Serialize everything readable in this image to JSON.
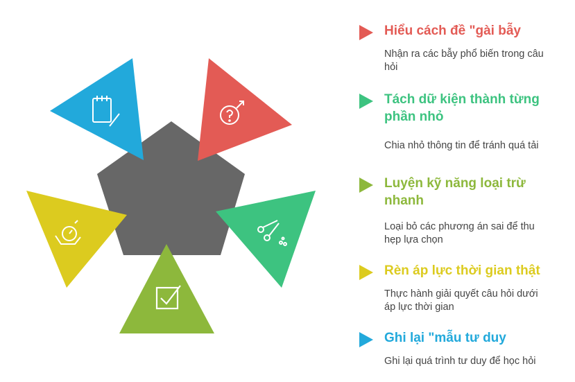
{
  "colors": {
    "red": "#E35B55",
    "green": "#3DC380",
    "olive": "#8DB83C",
    "yellow": "#DCCB1F",
    "blue": "#22A9DB",
    "center": "#676767"
  },
  "items": [
    {
      "title": "Hiểu cách đề \"gài bẫy",
      "desc": "Nhận ra các bẫy phổ biến trong câu hỏi",
      "color": "#E35B55",
      "icon": "question-target-icon"
    },
    {
      "title": "Tách dữ kiện thành từng phần nhỏ",
      "desc": "Chia nhỏ thông tin để tránh quá tải",
      "color": "#3DC380",
      "icon": "scissors-icon"
    },
    {
      "title": "Luyện kỹ năng loại trừ nhanh",
      "desc": "Loại bỏ các phương án sai để thu hẹp lựa chọn",
      "color": "#8DB83C",
      "icon": "checkbox-icon"
    },
    {
      "title": "Rèn áp lực thời gian thật",
      "desc": "Thực hành giải quyết câu hỏi dưới áp lực thời gian",
      "color": "#DCCB1F",
      "icon": "stopwatch-hand-icon"
    },
    {
      "title": "Ghi lại \"mẫu tư duy",
      "desc": "Ghi lại quá trình tư duy để học hỏi",
      "color": "#22A9DB",
      "icon": "notepad-pencil-icon"
    }
  ]
}
